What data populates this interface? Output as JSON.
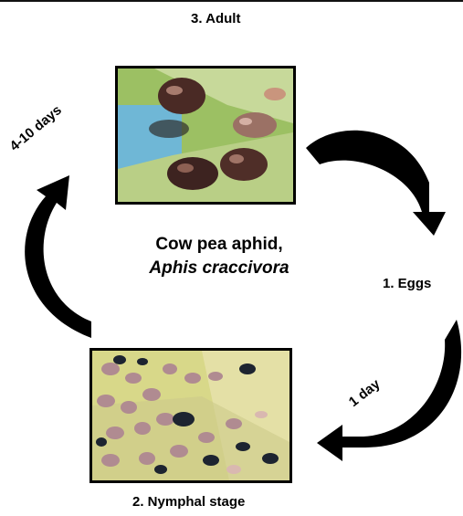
{
  "stages": {
    "adult": "3. Adult",
    "eggs": "1. Eggs",
    "nymph": "2. Nymphal stage"
  },
  "durations": {
    "adult_cycle": "4-10 days",
    "egg_cycle": "1 day"
  },
  "center": {
    "common_name": "Cow pea aphid,",
    "scientific_name": "Aphis craccivora"
  },
  "colors": {
    "arrow": "#000000",
    "leaf": "#8fae5a",
    "sky": "#6fb7d6",
    "nymph_leaf": "#d8d889"
  }
}
